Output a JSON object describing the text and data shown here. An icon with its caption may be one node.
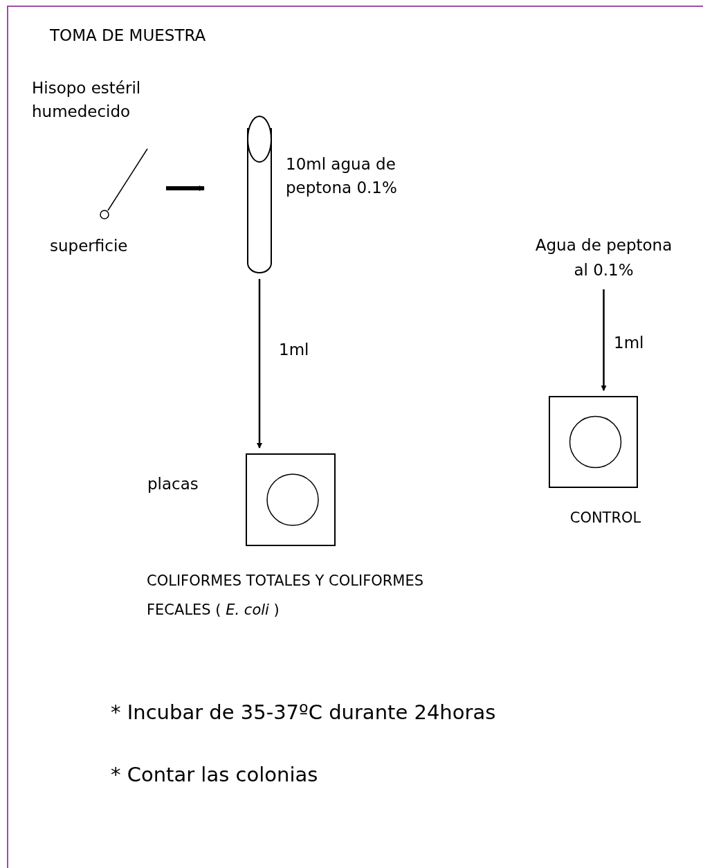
{
  "diagram": {
    "title": "TOMA DE MUESTRA",
    "nodes": [
      {
        "text": [],
        "shape": "picture",
        "beside": [
          "Hisopo estéril humedecido",
          "superficie"
        ]
      },
      {
        "text": [],
        "shape": "cylinder",
        "beside": [
          "10ml  agua de peptona 0.1%"
        ]
      },
      {
        "text": [],
        "shape": "picture",
        "beside": [
          "placas",
          "COLIFORMES TOTALES Y COLIFORMES FECALES ( *E. coli* )"
        ]
      },
      {
        "text": [
          "Agua de peptona al 0.1%"
        ]
      },
      {
        "text": [],
        "shape": "picture",
        "beside": [
          "CONTROL"
        ]
      }
    ],
    "edges": [
      {
        "from": 0,
        "to": 1,
        "arrow": "to",
        "style": "thick"
      },
      {
        "from": 1,
        "to": 2,
        "arrow": "to",
        "label": "1ml"
      },
      {
        "from": 3,
        "to": 4,
        "arrow": "to",
        "label": "1ml"
      }
    ],
    "labels": [
      "* Incubar de 35-37ºC durante 24horas",
      "* Contar las colonias"
    ]
  }
}
